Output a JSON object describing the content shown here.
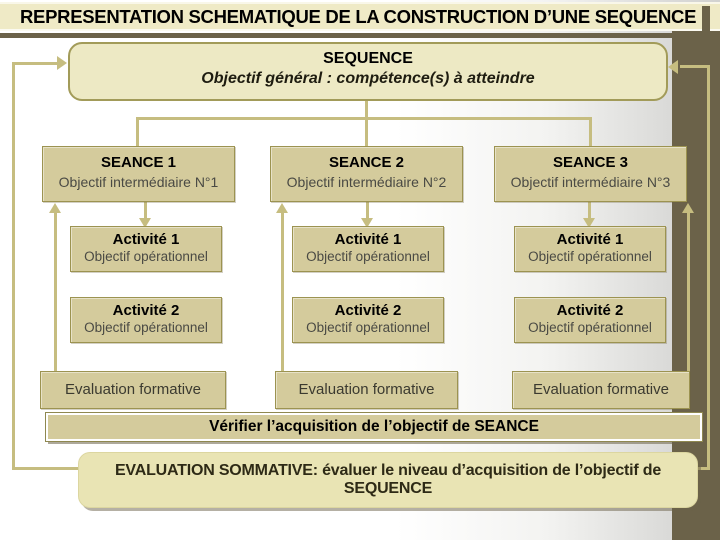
{
  "banner": {
    "title": "REPRESENTATION SCHEMATIQUE DE LA CONSTRUCTION D’UNE SEQUENCE"
  },
  "sequence_box": {
    "title": "SEQUENCE",
    "subtitle": "Objectif général : compétence(s) à atteindre"
  },
  "columns": [
    {
      "seance_title": "SEANCE 1",
      "seance_subtitle": "Objectif intermédiaire N°1",
      "activity1_title": "Activité 1",
      "activity1_subtitle": "Objectif opérationnel",
      "activity2_title": "Activité 2",
      "activity2_subtitle": "Objectif opérationnel",
      "evaluation_label": "Evaluation formative"
    },
    {
      "seance_title": "SEANCE 2",
      "seance_subtitle": "Objectif intermédiaire N°2",
      "activity1_title": "Activité 1",
      "activity1_subtitle": "Objectif opérationnel",
      "activity2_title": "Activité 2",
      "activity2_subtitle": "Objectif opérationnel",
      "evaluation_label": "Evaluation formative"
    },
    {
      "seance_title": "SEANCE 3",
      "seance_subtitle": "Objectif intermédiaire N°3",
      "activity1_title": "Activité 1",
      "activity1_subtitle": "Objectif opérationnel",
      "activity2_title": "Activité 2",
      "activity2_subtitle": "Objectif opérationnel",
      "evaluation_label": "Evaluation formative"
    }
  ],
  "verify_bar": {
    "label": "Vérifier l’acquisition de l’objectif de SEANCE"
  },
  "summative_box": {
    "line1": "EVALUATION SOMMATIVE: évaluer le niveau d’acquisition de l’objectif de",
    "line2": "SEQUENCE"
  },
  "colors": {
    "cream_fill": "#EFEAC6",
    "khaki_fill": "#D4CB9C",
    "summative_fill": "#E9E4B4",
    "box_border": "#9C9351",
    "sequence_border": "#A29B59",
    "accent_band": "#6B6249",
    "connector": "#C6BD80",
    "verify_border": "#FFFFFF"
  }
}
